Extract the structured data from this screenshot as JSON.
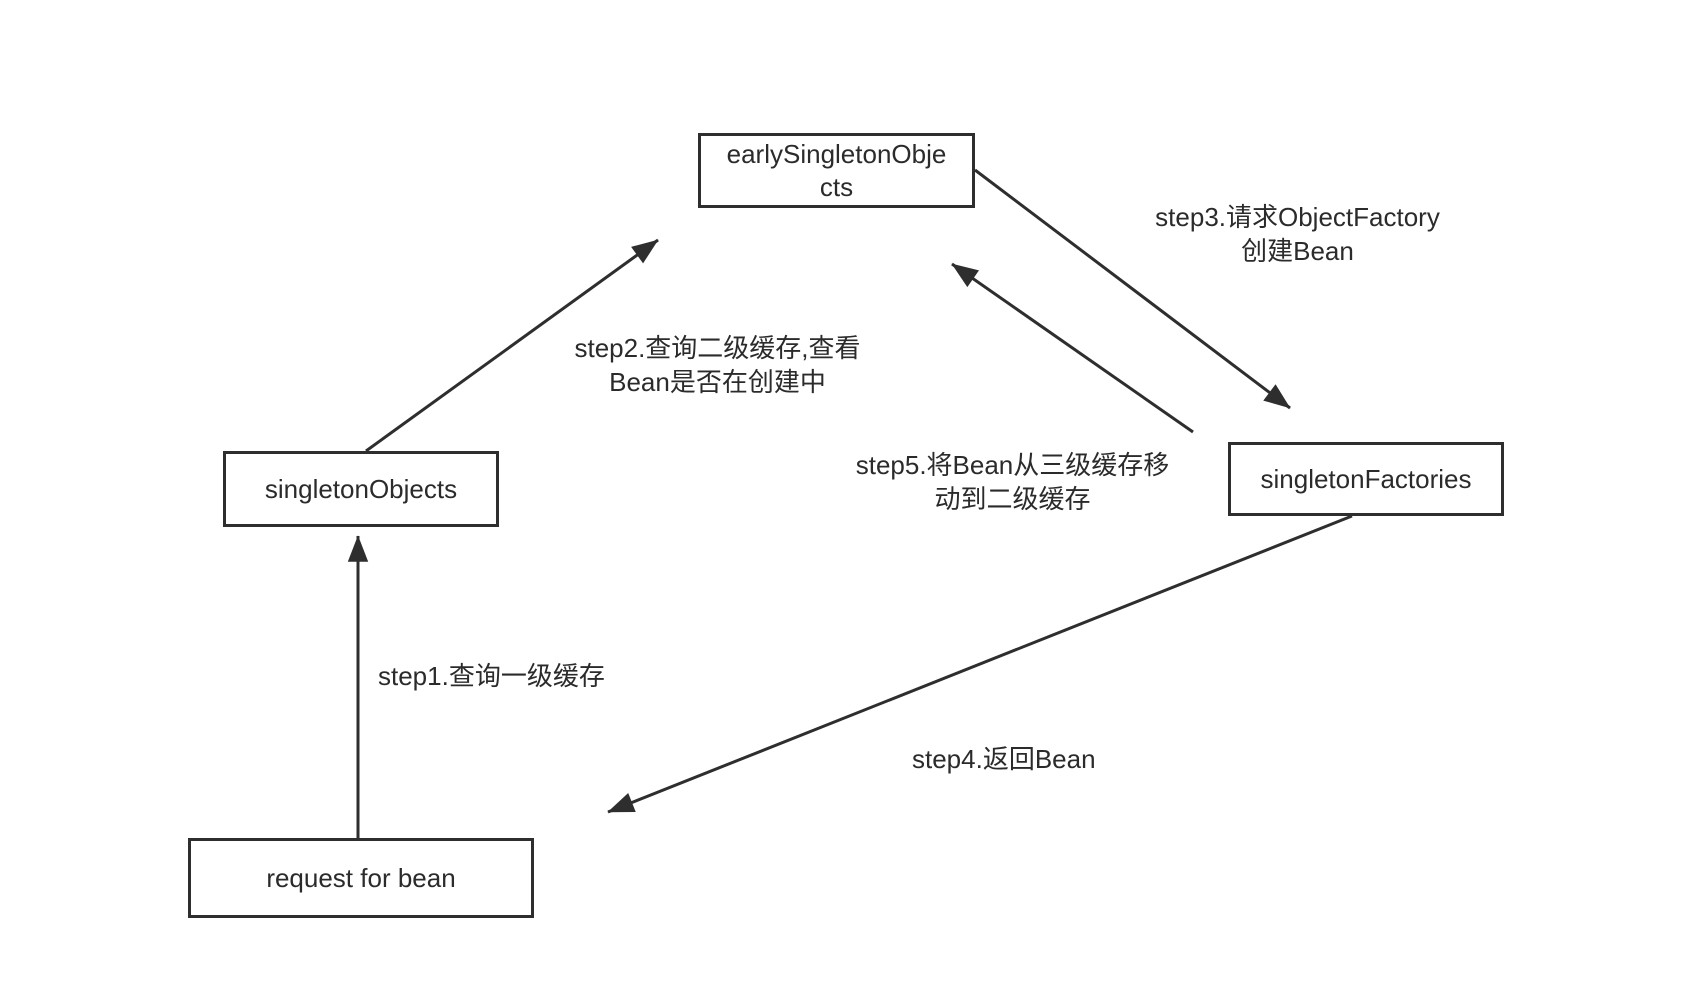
{
  "diagram": {
    "colors": {
      "stroke": "#2e2e2e",
      "text": "#2b2b2b",
      "background": "#ffffff"
    },
    "nodes": {
      "early_singleton_objects": {
        "label": "earlySingletonObjects",
        "line1": "earlySingletonObje",
        "line2": "cts"
      },
      "singleton_objects": {
        "label": "singletonObjects"
      },
      "singleton_factories": {
        "label": "singletonFactories"
      },
      "request_for_bean": {
        "label": "request for bean"
      }
    },
    "steps": {
      "step1": {
        "label": "step1.查询一级缓存"
      },
      "step2": {
        "line1": "step2.查询二级缓存,查看",
        "line2": "Bean是否在创建中"
      },
      "step3": {
        "line1": "step3.请求ObjectFactory",
        "line2": "创建Bean"
      },
      "step4": {
        "label": "step4.返回Bean"
      },
      "step5": {
        "line1": "step5.将Bean从三级缓存移",
        "line2": "动到二级缓存"
      }
    }
  }
}
